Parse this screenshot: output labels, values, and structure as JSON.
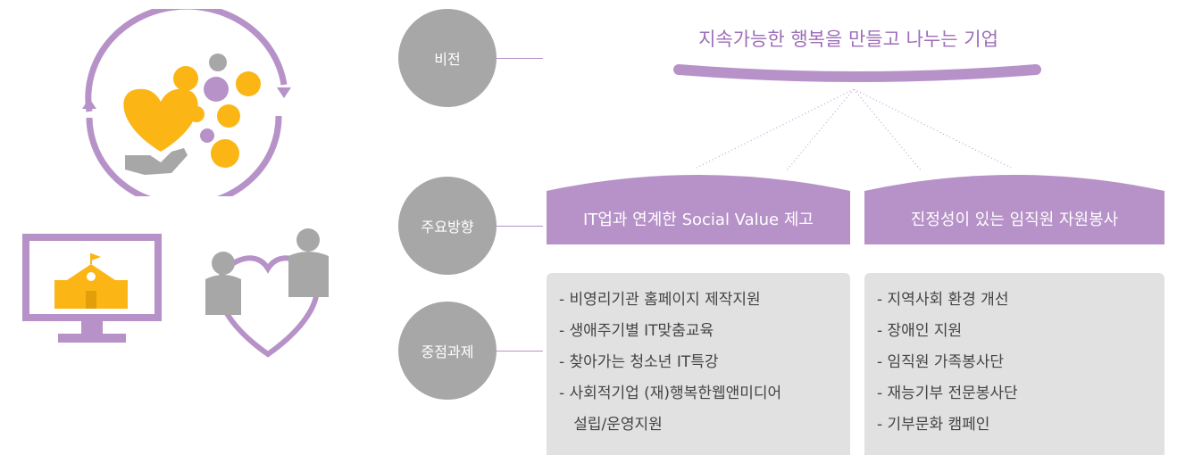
{
  "labels": {
    "vision": "비전",
    "direction": "주요방향",
    "tasks": "중점과제"
  },
  "vision_text": "지속가능한 행복을 만들고 나누는 기업",
  "directions": [
    "IT업과 연계한 Social Value 제고",
    "진정성이 있는 임직원 자원봉사"
  ],
  "tasks_left": [
    "- 비영리기관 홈페이지 제작지원",
    "- 생애주기별 IT맞춤교육",
    "- 찾아가는 청소년 IT특강",
    "- 사회적기업 (재)행복한웹앤미디어",
    "   설립/운영지원"
  ],
  "tasks_right": [
    "- 지역사회 환경 개선",
    "- 장애인 지원",
    "- 임직원 가족봉사단",
    "- 재능기부 전문봉사단",
    "- 기부문화 캠페인"
  ],
  "colors": {
    "purple": "#b692c8",
    "purple_text": "#9c6eb7",
    "gray_circle": "#a7a7a7",
    "yellow": "#fbb616",
    "task_bg": "#e1e1e1"
  },
  "icons": [
    "heart-hand-cycle-icon",
    "monitor-school-icon",
    "people-heart-icon"
  ]
}
